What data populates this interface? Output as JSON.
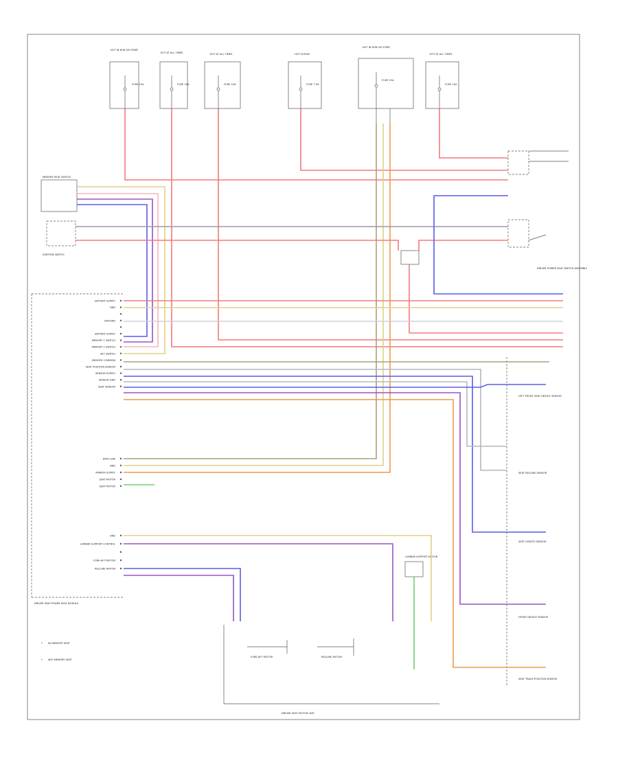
{
  "colors": {
    "red": "#f27a7a",
    "pink": "#f7b5b5",
    "yellow": "#e0cf8a",
    "olive": "#a8a27a",
    "blue": "#5a5ae8",
    "purple": "#9a52c2",
    "orange": "#ec9a4a",
    "green": "#6fcf6f",
    "gray": "#9a9aa6",
    "frame": "#777777"
  },
  "fuses": [
    {
      "id": "f1",
      "top": "HOT IN RUN OR START",
      "name": "FUSE 15A"
    },
    {
      "id": "f2",
      "top": "HOT AT ALL TIMES",
      "name": "FUSE 10A"
    },
    {
      "id": "f3",
      "top": "HOT AT ALL TIMES",
      "name": "FUSE 10A"
    },
    {
      "id": "f4",
      "top": "HOT IN RUN",
      "name": "FUSE 7.5A"
    },
    {
      "id": "f5",
      "top": "HOT IN RUN OR START",
      "name": "FUSE 15A"
    },
    {
      "id": "f6",
      "top": "HOT AT ALL TIMES",
      "name": "FUSE 10A"
    }
  ],
  "module": {
    "name": "DRIVER SIDE POWER SEAT MODULE",
    "pins_a": [
      "BATTERY SUPPLY",
      "GND",
      "",
      "GROUND",
      "",
      "BATTERY SUPPLY",
      "MEMORY 1 SWITCH",
      "MEMORY 2 SWITCH",
      "SET SWITCH",
      "MEMORY COMMON",
      "SEAT POSITION SENSOR",
      "SENSOR SUPPLY",
      "SENSOR GND",
      "SEAT SENSOR"
    ],
    "pins_b": [
      "DATA LINE",
      "GND",
      "MIRROR SUPPLY",
      "SEAT MOTOR",
      "SEAT MOTOR"
    ],
    "pins_c": [
      "GND",
      "LUMBAR SUPPORT CONTROL",
      "",
      "FORE-AFT MOTOR",
      "RECLINE MOTOR"
    ]
  },
  "components": {
    "memory_switch": "MEMORY SEAT SWITCH",
    "ignition_switch": "IGNITION SWITCH",
    "seat_switch": "DRIVER POWER SEAT SWITCH ASSEMBLY",
    "sensors": [
      "LEFT FRONT SEAT HEIGHT SENSOR",
      "SEAT RECLINE SENSOR",
      "SEAT LENGTH SENSOR",
      "FRONT HEIGHT SENSOR",
      "SEAT TRACK POSITION SENSOR"
    ],
    "lumbar_motor": "LUMBAR SUPPORT MOTOR",
    "fore_aft_motor": "FORE-AFT MOTOR",
    "seat_unit": "DRIVER SEAT MOTOR UNIT",
    "note_1": "W/ MEMORY SEAT",
    "note_2": "W/O MEMORY SEAT"
  }
}
